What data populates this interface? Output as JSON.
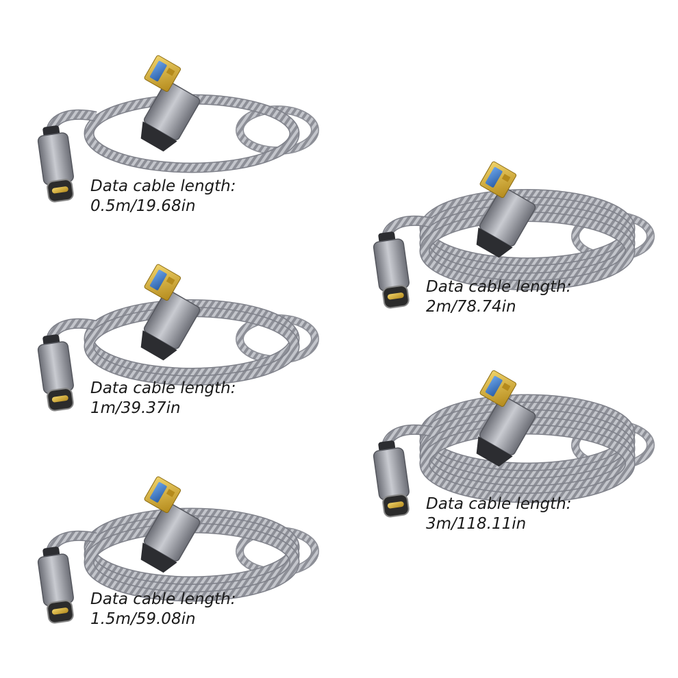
{
  "products": [
    {
      "id": "p1",
      "label": "Data cable length:",
      "length": "0.5m/19.68in",
      "coils": 1
    },
    {
      "id": "p2",
      "label": "Data cable length:",
      "length": "2m/78.74in",
      "coils": 4
    },
    {
      "id": "p3",
      "label": "Data cable length:",
      "length": "1m/39.37in",
      "coils": 2
    },
    {
      "id": "p4",
      "label": "Data cable length:",
      "length": "3m/118.11in",
      "coils": 5
    },
    {
      "id": "p5",
      "label": "Data cable length:",
      "length": "1.5m/59.08in",
      "coils": 3
    }
  ],
  "colors": {
    "braid": "#b4b6bd",
    "braid_dark": "#7e8089",
    "shell": "#9c9ea6",
    "shell_dark": "#5f6169",
    "usb_blue": "#3f7fd0",
    "gold": "#d9b13a"
  }
}
